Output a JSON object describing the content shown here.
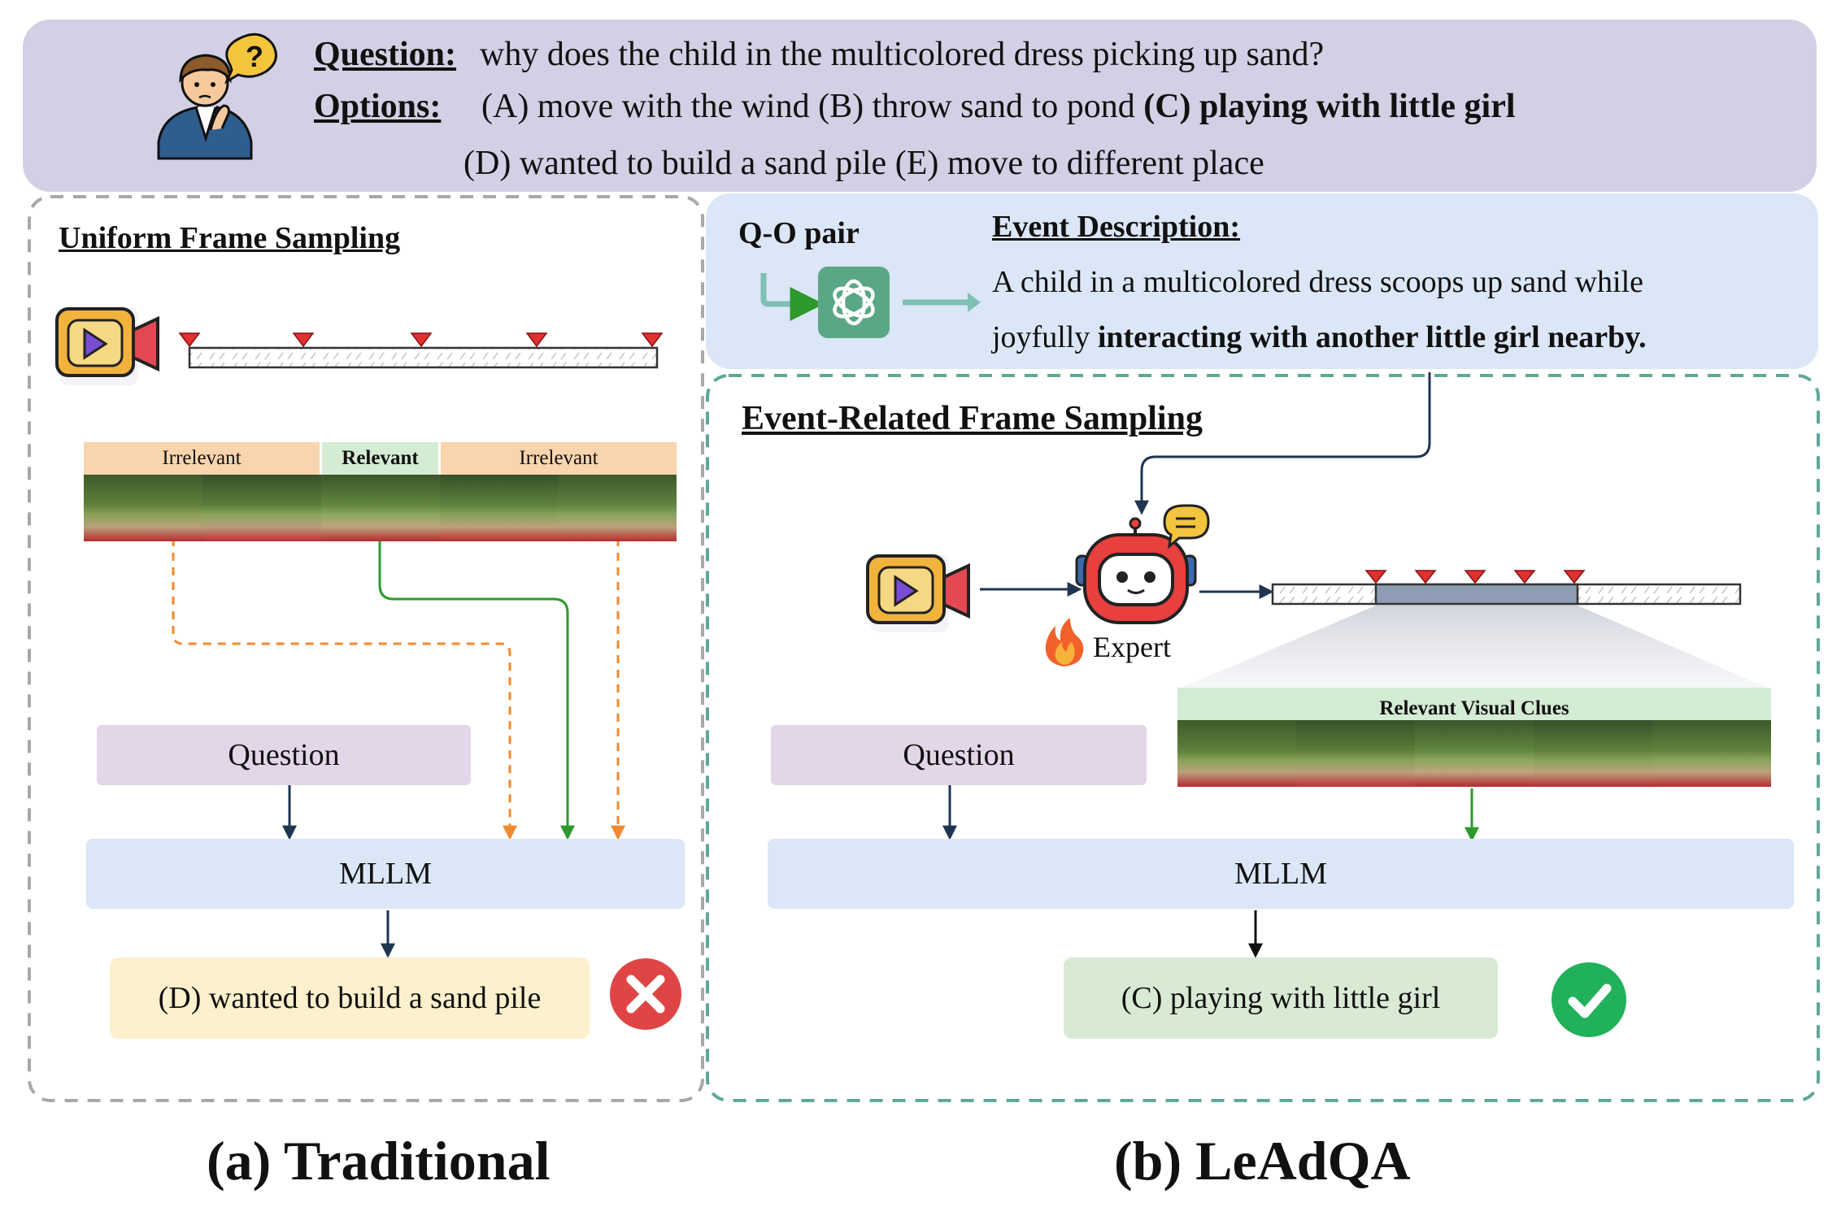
{
  "header": {
    "question_label": "Question:",
    "question_text": "why does the child in the multicolored dress picking up sand?",
    "options_label": "Options:",
    "option_a": "(A) move with the wind",
    "option_b": "(B) throw sand to pond",
    "option_c": "(C) playing with little girl",
    "option_d": "(D) wanted to build a sand pile",
    "option_e": "(E) move to different place"
  },
  "left_panel": {
    "title": "Uniform Frame Sampling",
    "segments": [
      "Irrelevant",
      "Relevant",
      "Irrelevant"
    ],
    "question_box": "Question",
    "model_box": "MLLM",
    "answer": "(D) wanted to build a sand pile",
    "caption": "(a) Traditional"
  },
  "right_panel": {
    "qo_label": "Q-O pair",
    "event_label": "Event Description:",
    "event_line1": "A child in a multicolored dress scoops up sand while",
    "event_line2_prefix": "joyfully",
    "event_line2_bold": "interacting with another little girl nearby.",
    "title": "Event-Related Frame Sampling",
    "expert_label": "Expert",
    "clues_label": "Relevant Visual Clues",
    "question_box": "Question",
    "model_box": "MLLM",
    "answer": "(C)  playing with little girl",
    "caption": "(b) LeAdQA"
  },
  "icons": [
    "person-thinking-icon",
    "video-camera-icon",
    "gpt-logo-icon",
    "robot-expert-icon",
    "fire-icon",
    "snowflake-icon",
    "cross-icon",
    "check-icon"
  ],
  "colors": {
    "header_band": "#d3d0e5",
    "event_panel": "#dbe6f6",
    "mllm_box": "#dbe6f6",
    "question_box": "#e3d6e9",
    "wrong_answer": "#fdf0cc",
    "right_answer": "#d8e9d4",
    "irrelevant": "#f8d5ae",
    "relevant": "#d4ebd4",
    "wrong_mark": "#e04545",
    "right_mark": "#20b15a",
    "dashed_left": "#a8a8a8",
    "dashed_right": "#5fa898",
    "relevant_path": "#2e9a2e",
    "irrelevant_path": "#f08a30"
  }
}
